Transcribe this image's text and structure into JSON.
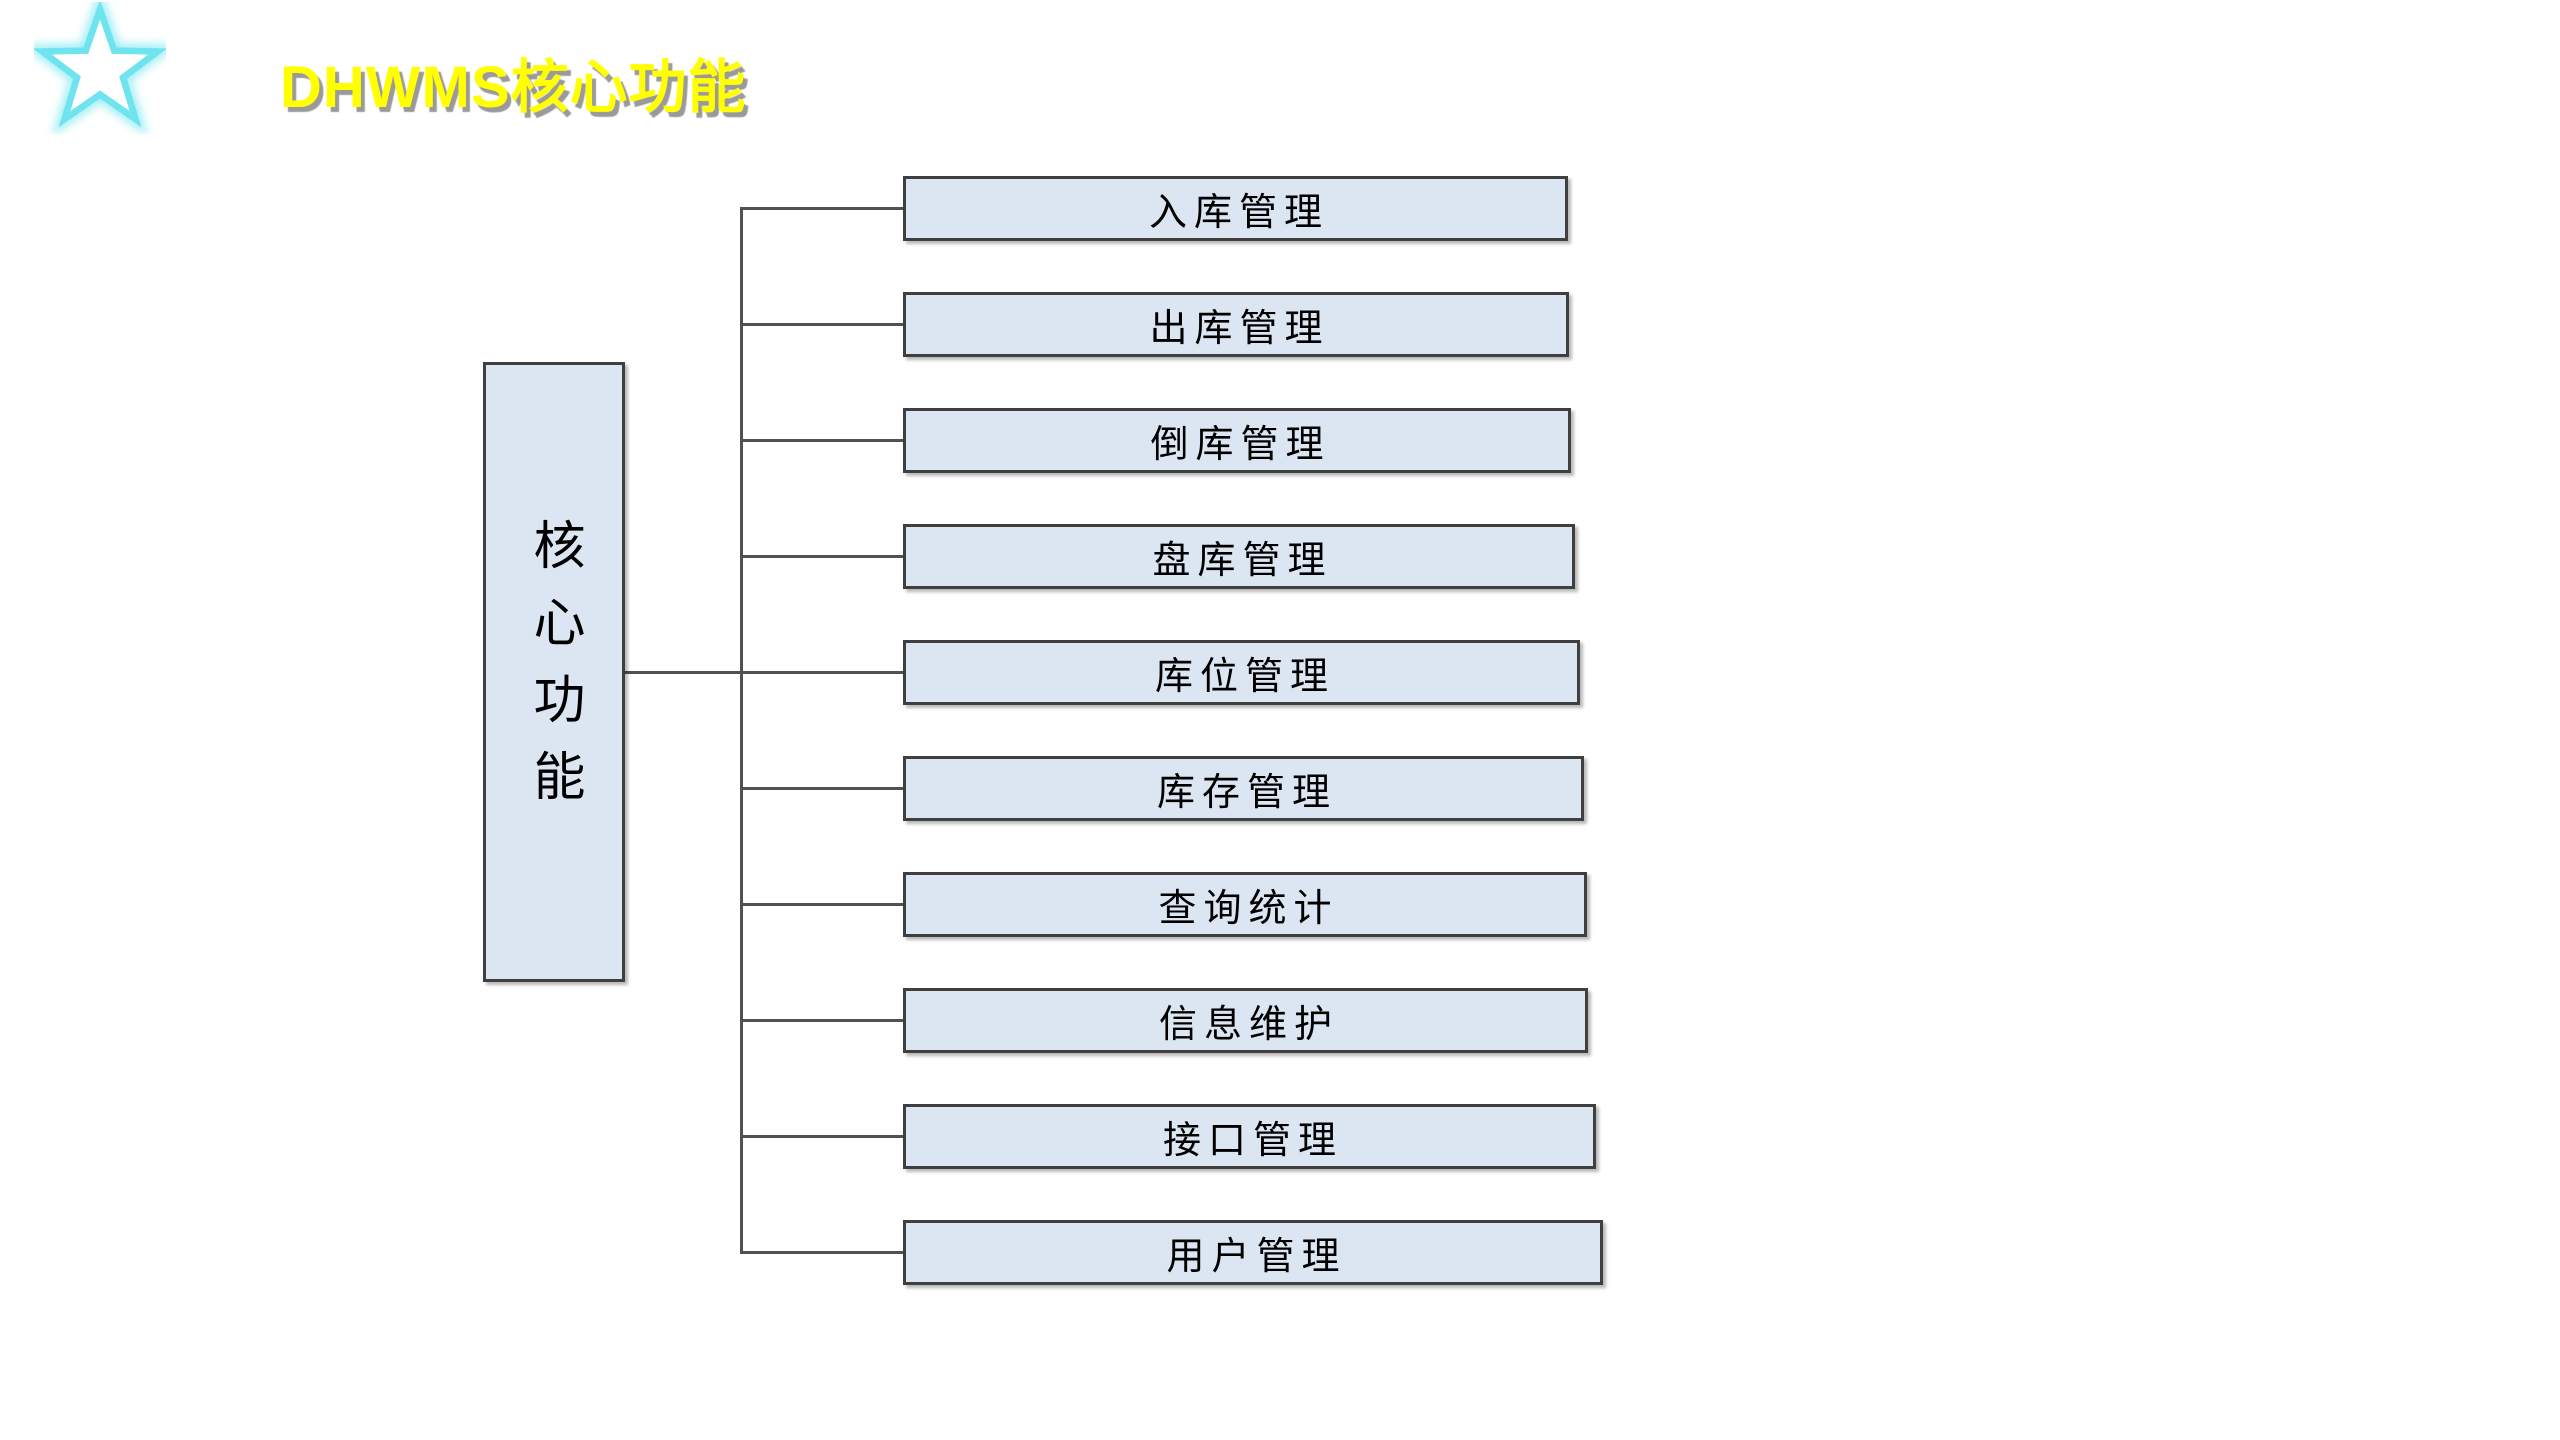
{
  "slide": {
    "title": "DHWMS核心功能",
    "colors": {
      "title": "#FFFF00",
      "title_shadow": "#9A9A9A",
      "star": "#6FE4EE",
      "box_fill": "#DCE6F2",
      "box_border": "#3F3F3F",
      "connector": "#515151",
      "box_text": "#000000",
      "background": "#FFFFFF"
    },
    "icons": [
      {
        "name": "star-icon",
        "description": "cyan outlined five-point star with white fill and soft glow"
      }
    ]
  },
  "diagram": {
    "type": "tree",
    "root": {
      "label": "核心功能"
    },
    "children": [
      {
        "label": "入库管理"
      },
      {
        "label": "出库管理"
      },
      {
        "label": "倒库管理"
      },
      {
        "label": "盘库管理"
      },
      {
        "label": "库位管理"
      },
      {
        "label": "库存管理"
      },
      {
        "label": "查询统计"
      },
      {
        "label": "信息维护"
      },
      {
        "label": "接口管理"
      },
      {
        "label": "用户管理"
      }
    ]
  }
}
